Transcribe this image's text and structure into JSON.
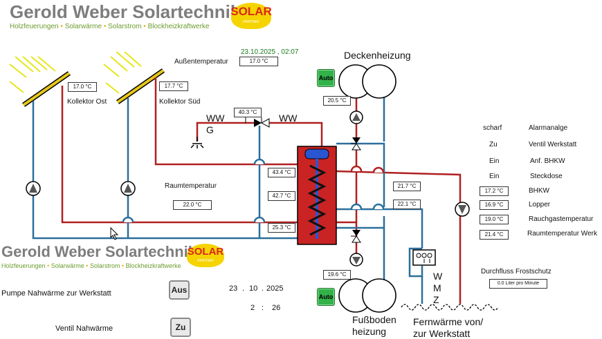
{
  "brand": {
    "name": "Gerold Weber Solartechnik",
    "subtitle_items": [
      "Holzfeuerungen",
      "Solarwärme",
      "Solarstrom",
      "Blockheizkraftwerke"
    ],
    "logo_text": "SOLAR",
    "logo_sub": "PARTNER",
    "colors": {
      "title": "#7d7d7d",
      "subtitle": "#6b9c2e",
      "logo_red": "#d9261c",
      "logo_yellow": "#f5d400"
    }
  },
  "header": {
    "datetime": "23.10.2025 , 02:07",
    "outside_temp_label": "Außentemperatur",
    "outside_temp_value": "17.0 °C"
  },
  "collectors": {
    "east_label": "Kollektor Ost",
    "east_temp": "17.0 °C",
    "south_label": "Kollektor Süd",
    "south_temp": "17.7 °C"
  },
  "room": {
    "label": "Raumtemperatur",
    "value": "22.0 °C"
  },
  "hot_water": {
    "ww_left": "WW",
    "g_label": "G",
    "ww_right": "WW",
    "valve_temp": "40.3 °C"
  },
  "tank": {
    "temp_top": "43.4 °C",
    "temp_mid": "42.7 °C",
    "temp_bottom": "25.3 °C"
  },
  "ceiling_heating": {
    "label": "Deckenheizung",
    "button": "Auto",
    "temp": "20.5 °C"
  },
  "floor_heating": {
    "label_line1": "Fußboden",
    "label_line2": "heizung",
    "button": "Auto",
    "temp": "19.6 °C"
  },
  "district": {
    "temp_1": "21.7 °C",
    "temp_2": "22.1 °C",
    "wmz": [
      "W",
      "M",
      "Z"
    ],
    "label_line1": "Fernwärme von/",
    "label_line2": "zur Werkstatt"
  },
  "status": [
    {
      "state": "scharf",
      "name": "Alarmanalge"
    },
    {
      "state": "Zu",
      "name": "Ventil Werkstatt"
    },
    {
      "state": "Ein",
      "name": "Anf. BHKW"
    },
    {
      "state": "Ein",
      "name": "Steckdose"
    }
  ],
  "readings": [
    {
      "value": "17.2 °C",
      "name": "BHKW"
    },
    {
      "value": "16.9 °C",
      "name": "Lopper"
    },
    {
      "value": "19.0 °C",
      "name": "Rauchgastemperatur"
    },
    {
      "value": "21.4 °C",
      "name": "Raumtemperatur Werk"
    }
  ],
  "flow": {
    "label": "Durchfluss Frostschutz",
    "value": "0.0 Liter pro Minute"
  },
  "controls": {
    "pump_label": "Pumpe  Nahwärme zur Werkstatt",
    "pump_button": "Aus",
    "valve_label": "Ventil Nahwärme",
    "valve_button": "Zu",
    "date_day": "23",
    "date_month": "10",
    "date_year": "2025",
    "time_hour": "2",
    "time_min": "26",
    "sep_dot": ".",
    "sep_colon": ":"
  }
}
